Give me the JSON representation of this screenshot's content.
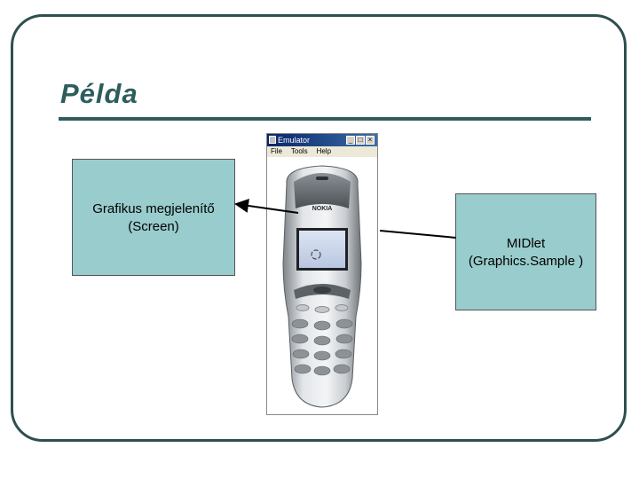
{
  "slide": {
    "title": "Példa"
  },
  "callouts": {
    "left": {
      "line1": "Grafikus megjelenítő",
      "line2": "(Screen)"
    },
    "right": {
      "line1": "MIDlet",
      "line2": "(Graphics.Sample )"
    }
  },
  "emulator": {
    "window_title": "Emulator",
    "menu": [
      "File",
      "Tools",
      "Help"
    ],
    "window_buttons": [
      "minimize-icon",
      "maximize-icon",
      "close-icon"
    ],
    "phone_brand": "NOKIA"
  },
  "colors": {
    "title": "#2e5d5d",
    "callout_fill": "#99cccc",
    "frame": "#2f4f4f",
    "screen": "#c8d4ec"
  }
}
